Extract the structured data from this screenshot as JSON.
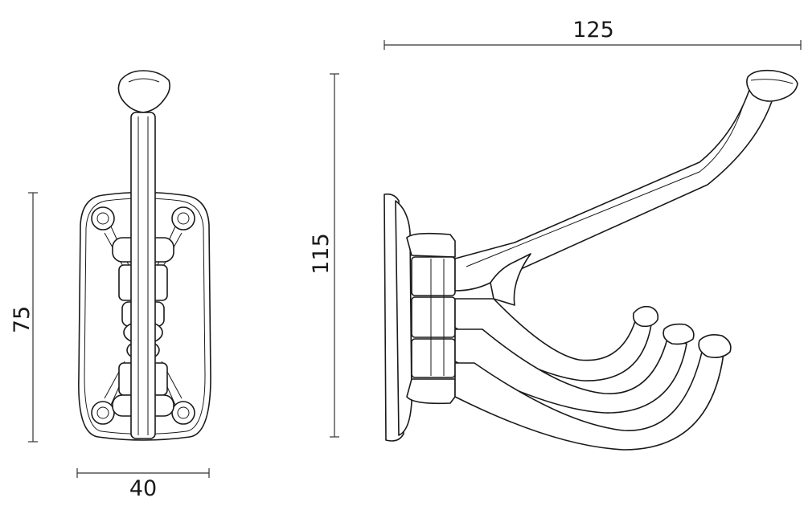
{
  "dimensions": {
    "front_width": "40",
    "front_height": "75",
    "side_width": "125",
    "side_height": "115"
  }
}
